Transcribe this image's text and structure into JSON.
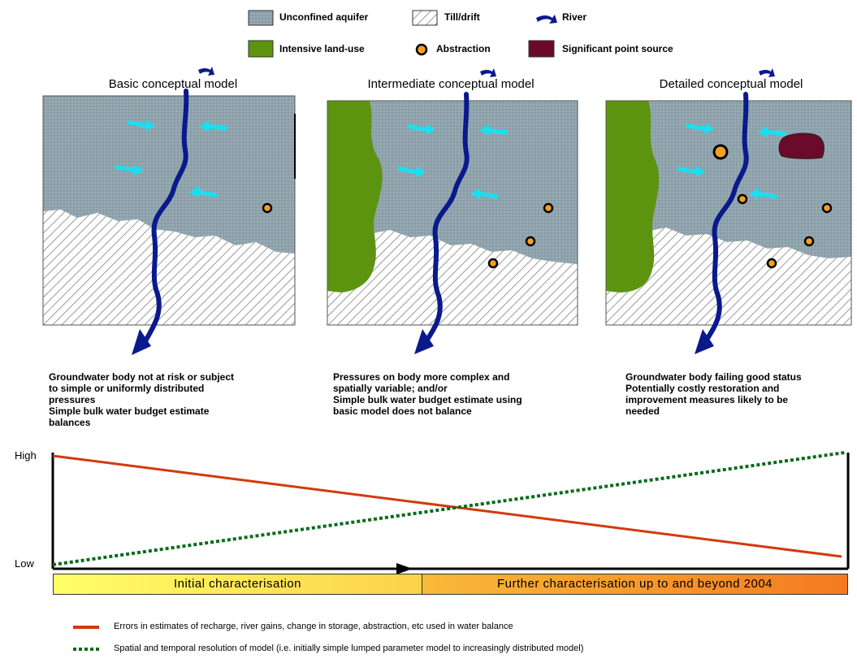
{
  "legend": {
    "unconfined_aquifer": "Unconfined aquifer",
    "till_drift": "Till/drift",
    "river": "River",
    "intensive_land_use": "Intensive land-use",
    "abstraction": "Abstraction",
    "significant_point_source": "Significant point source"
  },
  "panels": [
    {
      "title": "Basic conceptual model",
      "description": [
        "Groundwater body not at risk or subject",
        "to simple or uniformly distributed",
        "pressures",
        "Simple bulk water budget estimate",
        "balances"
      ]
    },
    {
      "title": "Intermediate conceptual model",
      "description": [
        "Pressures on body more complex and",
        "spatially variable; and/or",
        "Simple bulk water budget estimate using",
        "basic model does not balance"
      ]
    },
    {
      "title": "Detailed conceptual model",
      "description": [
        "Groundwater body failing good status",
        "Potentially costly restoration and",
        "improvement measures likely to be",
        "needed"
      ]
    }
  ],
  "graph": {
    "y_high": "High",
    "y_low": "Low",
    "stage_1": "Initial  characterisation",
    "stage_2": "Further characterisation up to and beyond 2004"
  },
  "key": {
    "errors_line": "Errors in estimates of recharge, river gains, change in storage, abstraction, etc used in water balance",
    "resolution_line": "Spatial and temporal resolution of model (i.e. initially simple lumped parameter  model to increasingly distributed model)"
  },
  "colors": {
    "aquifer": "#8fa3ad",
    "land_use": "#5c9410",
    "river": "#0a1a8c",
    "flow_arrow": "#19e0f0",
    "point_source": "#6b0a2a",
    "abstraction_fill": "#f4a020",
    "errors_line": "#d23a0c",
    "resolution_line": "#0b6b1c",
    "bar_yellow": "#ffff66",
    "bar_orange": "#f47a20"
  }
}
